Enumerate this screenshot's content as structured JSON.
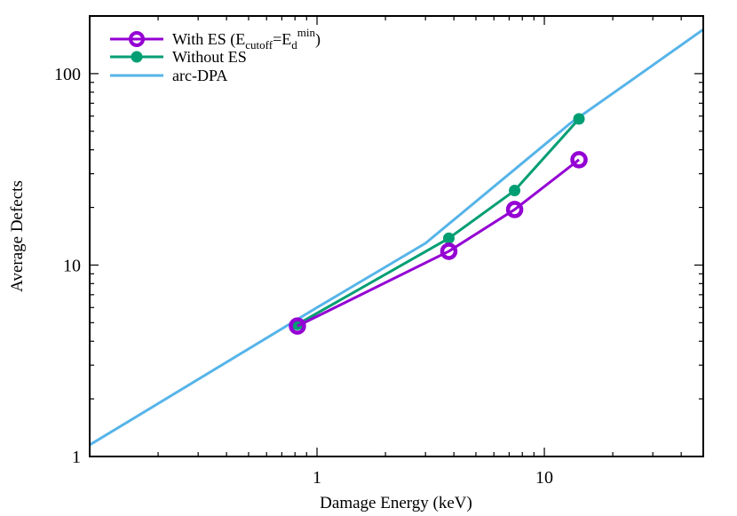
{
  "chart_data": {
    "type": "line",
    "xlabel": "Damage Energy (keV)",
    "ylabel": "Average Defects",
    "x_scale": "log",
    "y_scale": "log",
    "xlim": [
      0.1,
      50
    ],
    "ylim": [
      1,
      200
    ],
    "x_ticks": [
      {
        "value": 1,
        "label": "1"
      },
      {
        "value": 10,
        "label": "10"
      }
    ],
    "y_ticks": [
      {
        "value": 1,
        "label": "1"
      },
      {
        "value": 10,
        "label": "10"
      },
      {
        "value": 100,
        "label": "100"
      }
    ],
    "grid": false,
    "legend_position": "top-left",
    "series": [
      {
        "name": "With ES (Ecutoff=Edmin)",
        "legend": {
          "main": "With ES (E",
          "sub1": "cutoff",
          "mid": "=E",
          "sub2": "d",
          "sup": "min",
          "end": ")"
        },
        "color": "#9400d3",
        "marker": "open-circle",
        "x": [
          0.82,
          3.8,
          7.4,
          14.2
        ],
        "y": [
          4.8,
          11.8,
          19.5,
          35.5
        ]
      },
      {
        "name": "Without ES",
        "color": "#009e73",
        "marker": "filled-circle",
        "x": [
          0.82,
          3.8,
          7.4,
          14.2
        ],
        "y": [
          4.9,
          13.8,
          24.5,
          58
        ]
      },
      {
        "name": "arc-DPA",
        "color": "#56b4e9",
        "marker": "none",
        "x": [
          0.1,
          1,
          3,
          7.5,
          13,
          25,
          50
        ],
        "y": [
          1.15,
          6.0,
          13.0,
          32,
          55,
          95,
          170
        ]
      }
    ]
  }
}
